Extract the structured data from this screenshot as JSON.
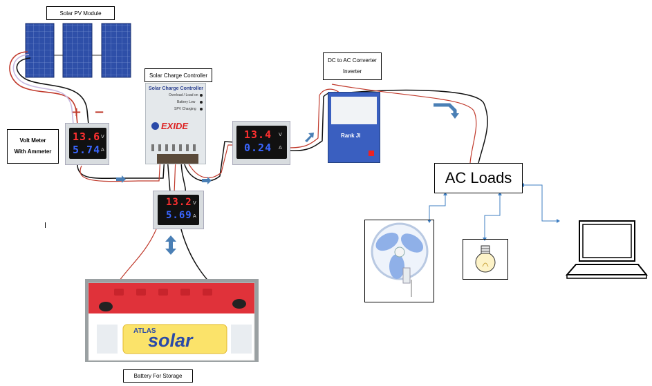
{
  "labels": {
    "solar_pv": "Solar PV Module",
    "charge_controller": "Solar Charge Controller",
    "volt_meter_line1": "Volt Meter",
    "volt_meter_line2": "With Ammeter",
    "dc_ac_line1": "DC to AC Converter",
    "dc_ac_line2": "Inverter",
    "ac_loads": "AC Loads",
    "battery": "Battery For Storage"
  },
  "controller_panel": {
    "title": "Solar Charge Controller",
    "indicators": [
      "Overload / Load on",
      "Battery Low",
      "SPV Charging"
    ],
    "brand": "EXIDE"
  },
  "meters": {
    "pv": {
      "voltage": "13.6",
      "current": "5.74",
      "v_unit": "V",
      "a_unit": "A"
    },
    "load": {
      "voltage": "13.4",
      "current": "0.24",
      "v_unit": "V",
      "a_unit": "A"
    },
    "battery": {
      "voltage": "13.2",
      "current": "5.69",
      "v_unit": "V",
      "a_unit": "A"
    }
  },
  "inverter_brand": "Rank JI",
  "battery_brand": {
    "line1": "ATLAS",
    "line2": "solar"
  },
  "polarity": {
    "plus": "+",
    "minus": "−"
  },
  "colors": {
    "arrow": "#4a7fb5",
    "wire_red": "#c0392b",
    "wire_black": "#111111",
    "link_blue": "#3d7ec2"
  }
}
